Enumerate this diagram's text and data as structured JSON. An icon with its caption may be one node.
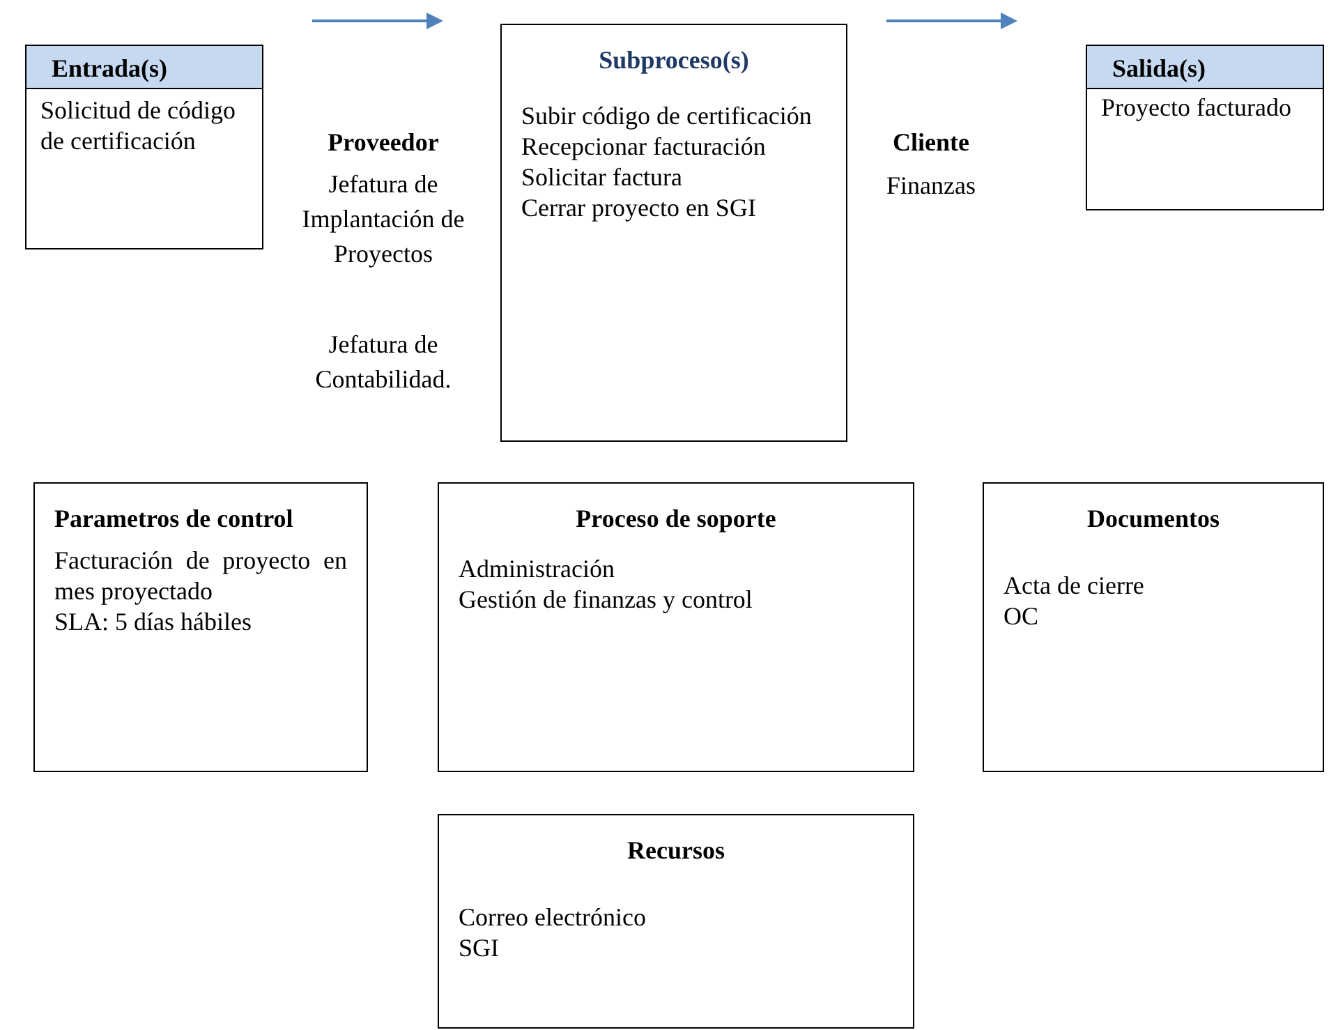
{
  "diagram": {
    "nodes": [
      {
        "text": [
          "Entrada(s)",
          "Solicitud de código de certificación"
        ]
      },
      {
        "text": [
          "Subproceso(s)",
          "Subir código de certificación",
          "Recepcionar facturación",
          "Solicitar factura",
          "Cerrar proyecto en SGI"
        ]
      },
      {
        "text": [
          "Salida(s)",
          "Proyecto facturado"
        ]
      },
      {
        "text": [
          "Parametros de control",
          "Facturación de proyecto en mes proyectado",
          "SLA: 5 días hábiles"
        ]
      },
      {
        "text": [
          "Proceso de soporte",
          "Administración",
          "Gestión de finanzas y control"
        ]
      },
      {
        "text": [
          "Documentos",
          "Acta de cierre",
          "OC"
        ]
      },
      {
        "text": [
          "Recursos",
          "Correo electrónico",
          "SGI"
        ]
      }
    ],
    "edges": [],
    "labels": [
      "Proveedor",
      "Cliente",
      "Jefatura de Implantación de Proyectos",
      "Finanzas",
      "Jefatura de Contabilidad."
    ]
  }
}
